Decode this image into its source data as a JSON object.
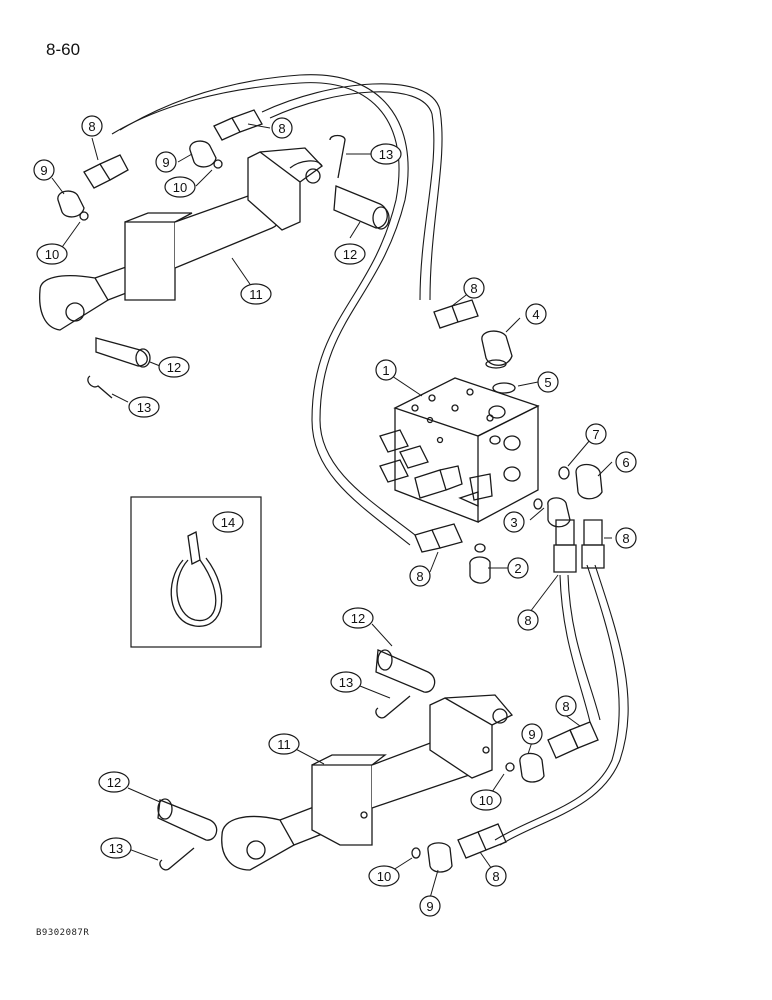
{
  "page_number": "8-60",
  "figure_code": "B9302087R",
  "callouts": [
    "1",
    "2",
    "3",
    "4",
    "5",
    "6",
    "7",
    "8",
    "9",
    "10",
    "11",
    "12",
    "13",
    "14"
  ],
  "parts": {
    "valve_block": "1",
    "elbow_lower": "2",
    "o_ring_lower": "3",
    "elbow_top": "4",
    "o_ring_top": "5",
    "elbow_right": "6",
    "o_ring_right": "7",
    "hose_end": "8",
    "elbow_cylinder": "9",
    "o_ring_cylinder": "10",
    "cylinder": "11",
    "pin": "12",
    "cotter_pin": "13",
    "hose_strap": "14"
  },
  "colors": {
    "line": "#1a1a1a",
    "background": "#ffffff"
  }
}
